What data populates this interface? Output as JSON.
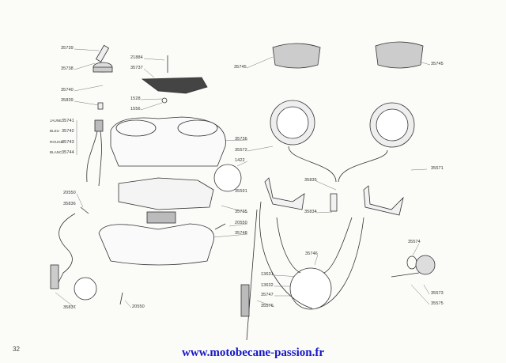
{
  "page_number": "32",
  "footer_url": "www.motobecane-passion.fr",
  "labels": {
    "l35739": "35739",
    "l35738": "35738",
    "l35740": "35740",
    "l35839": "35839",
    "jaune": "JAUNE",
    "bleu": "BLEU",
    "rouge": "ROUGE",
    "blanc": "BLANC",
    "l35741": "35741",
    "l35742": "35742",
    "l35743": "35743",
    "l35744": "35744",
    "l21884": "21884",
    "l35737": "35737",
    "l1528": "1528",
    "l1556": "1556",
    "l35745a": "35745",
    "l35745b": "35745",
    "l35736": "35736",
    "l35572": "35572",
    "l1422": "1422",
    "l35591": "35591",
    "l35571": "35571",
    "l35835": "35835",
    "l35834": "35834",
    "l20550a": "20550",
    "l35836": "35836",
    "l35735": "35735",
    "l20550b": "20550",
    "l35748": "35748",
    "l35574": "35574",
    "l35746": "35746",
    "l13631": "13631",
    "l13632": "13632",
    "l35747": "35747",
    "l35576": "35576",
    "l35573": "35573",
    "l35575": "35575",
    "l35837": "35837",
    "l20550c": "20550"
  }
}
